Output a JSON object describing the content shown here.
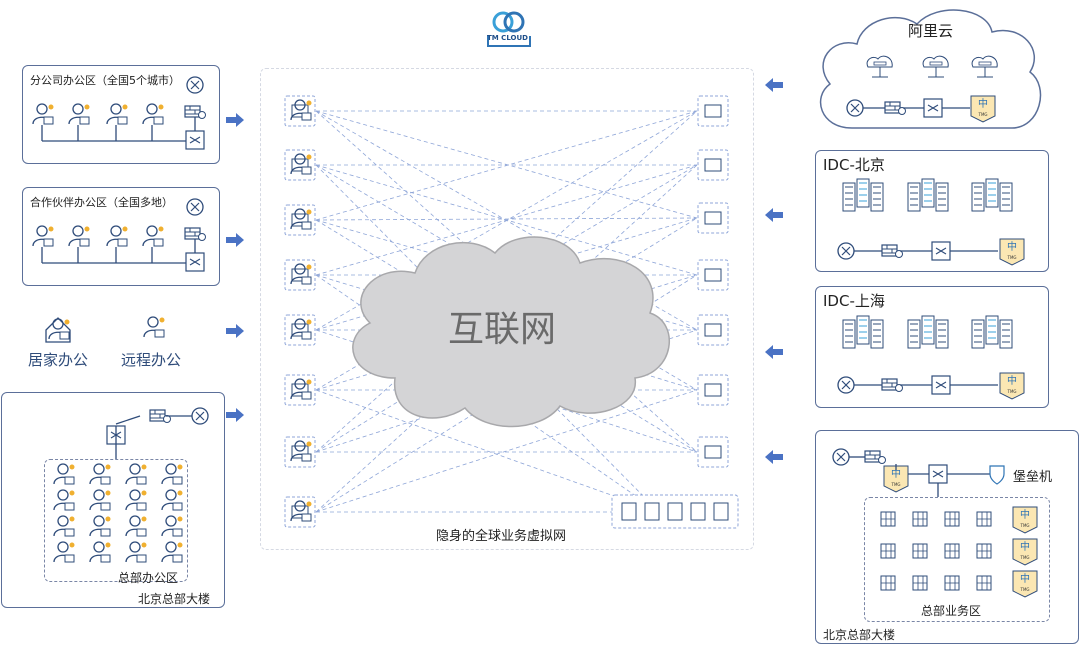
{
  "header": {
    "logo_text": "TM CLOUD"
  },
  "left": {
    "branch_office": "分公司办公区（全国5个城市）",
    "partner_office": "合作伙伴办公区（全国多地）",
    "home_office": "居家办公",
    "remote_office": "远程办公",
    "hq_office_zone": "总部办公区",
    "hq_building": "北京总部大楼"
  },
  "center": {
    "cloud_label": "互联网",
    "network_label": "隐身的全球业务虚拟网",
    "service_icons": [
      "folder-icon",
      "ftp-icon",
      "mail-icon",
      "erp-icon",
      "layers-icon",
      "crm-icon",
      "oa-icon"
    ]
  },
  "right": {
    "aliyun": "阿里云",
    "idc_beijing": "IDC-北京",
    "idc_shanghai": "IDC-上海",
    "bastion": "堡垒机",
    "hq_business_zone": "总部业务区",
    "hq_building": "北京总部大楼",
    "tmg_tag": "TMG",
    "cloud_chip": "中"
  },
  "colors": {
    "accent": "#4a72c4",
    "line": "#8fa6d8",
    "cloud": "#d7d7d9",
    "border": "#5b6f99"
  }
}
